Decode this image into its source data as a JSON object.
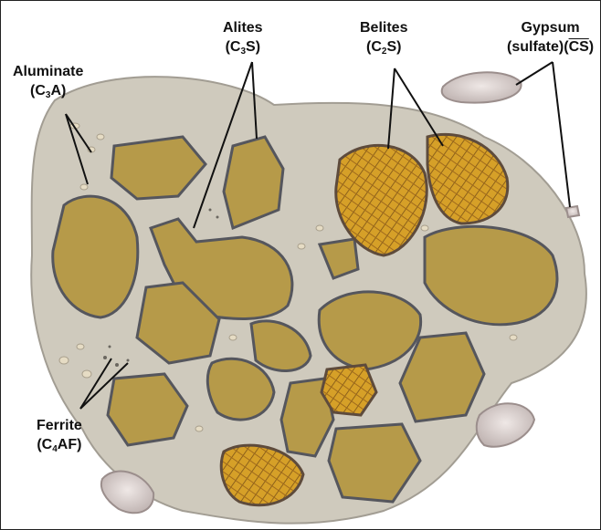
{
  "colors": {
    "clinker_matrix": "#cfcabd",
    "alite_grain": "#b69a49",
    "belite_grain": "#d6a028",
    "gypsum_grain": "#d9cfcd",
    "leader_line": "#111111"
  },
  "labels": {
    "aluminate": {
      "name": "Aluminate",
      "formula_open": "(C",
      "formula_sub": "3",
      "formula_close": "A)"
    },
    "alites": {
      "name": "Alites",
      "formula_open": "(C",
      "formula_sub": "3",
      "formula_close": "S)"
    },
    "belites": {
      "name": "Belites",
      "formula_open": "(C",
      "formula_sub": "2",
      "formula_close": "S)"
    },
    "gypsum": {
      "name": "Gypsum",
      "formula_open": "(sulfate)(",
      "formula_over": "CS",
      "formula_close": ")"
    },
    "ferrite": {
      "name": "Ferrite",
      "formula_open": "(C",
      "formula_sub": "4",
      "formula_close": "AF)"
    }
  }
}
